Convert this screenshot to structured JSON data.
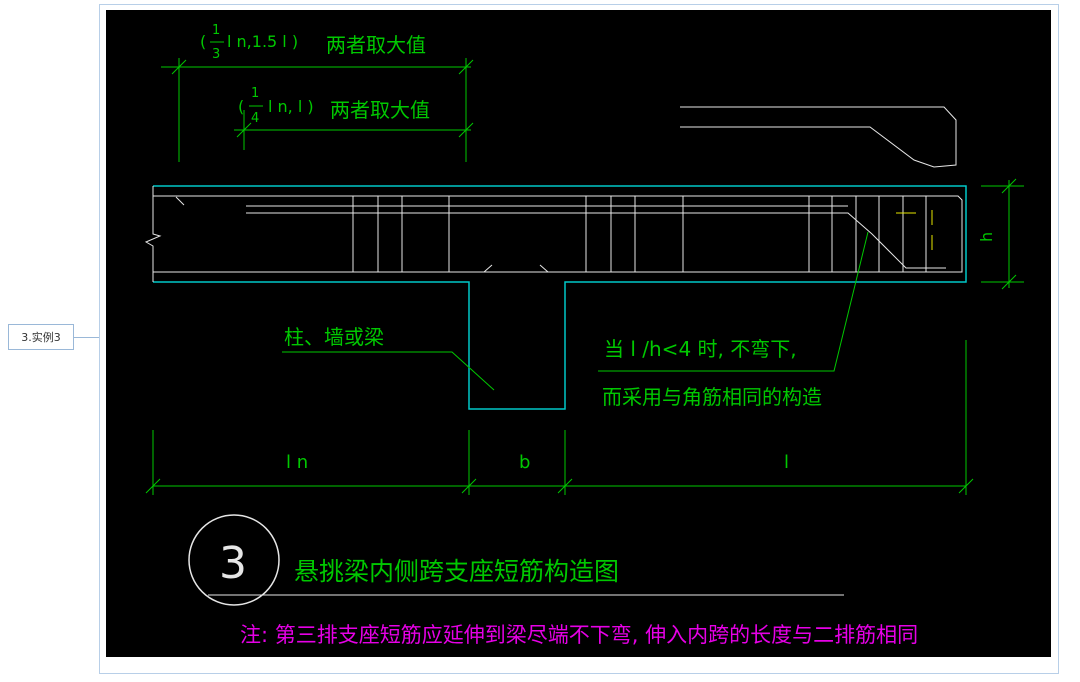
{
  "side_node": {
    "label": "3.实例3"
  },
  "drawing": {
    "dim_top": {
      "prefix": "(",
      "frac_num": "1",
      "frac_den": "3",
      "expr": "l n,1.5 l )",
      "note": "两者取大值"
    },
    "dim_second": {
      "prefix": "(",
      "frac_num": "1",
      "frac_den": "4",
      "expr": "l n, l )",
      "note": "两者取大值"
    },
    "support_label": "柱、墙或梁",
    "note_green_1": "当 l /h<4 时, 不弯下,",
    "note_green_2": "而采用与角筋相同的构造",
    "dim_ln": "l n",
    "dim_b": "b",
    "dim_l": "l",
    "dim_h": "h",
    "circle_number": "3",
    "title": "悬挑梁内侧跨支座短筋构造图",
    "footnote": "注: 第三排支座短筋应延伸到梁尽端不下弯, 伸入内跨的长度与二排筋相同",
    "colors": {
      "green": "#00c800",
      "cyan": "#00c8c8",
      "white": "#e6e6e6",
      "yellow": "#e6e600",
      "magenta": "#e600e6"
    }
  }
}
